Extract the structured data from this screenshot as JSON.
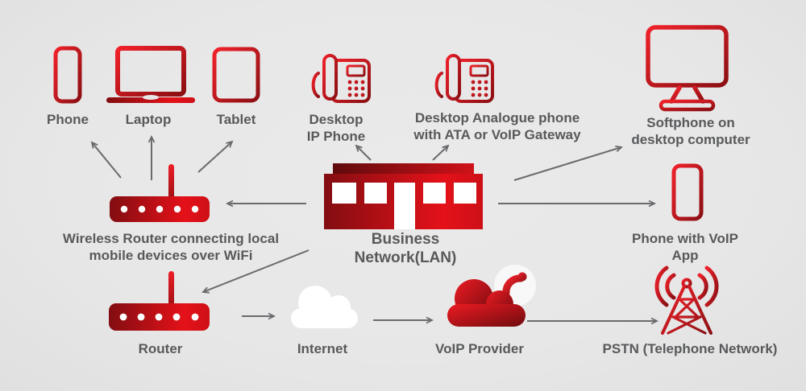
{
  "colors": {
    "background": "#e7e7e7",
    "red_bright": "#ec1c24",
    "red_dark": "#7c0f13",
    "text": "#58595b",
    "arrow": "#6a6b6e",
    "white": "#ffffff"
  },
  "nodes": {
    "phone": {
      "label": "Phone",
      "icon": "smartphone-icon"
    },
    "laptop": {
      "label": "Laptop",
      "icon": "laptop-icon"
    },
    "tablet": {
      "label": "Tablet",
      "icon": "tablet-icon"
    },
    "desktop_ip_phone": {
      "label": "Desktop\nIP Phone",
      "icon": "desk-phone-icon"
    },
    "analogue_phone": {
      "label": "Desktop Analogue phone\nwith ATA or VoIP Gateway",
      "icon": "desk-phone-icon"
    },
    "softphone": {
      "label": "Softphone on\ndesktop computer",
      "icon": "desktop-monitor-icon"
    },
    "wireless_router": {
      "label": "Wireless Router connecting local\nmobile devices over WiFi",
      "icon": "wireless-router-icon"
    },
    "building": {
      "label": "Business Network(LAN)",
      "icon": "office-building-icon"
    },
    "phone_voip": {
      "label": "Phone with VoIP\nApp",
      "icon": "smartphone-icon"
    },
    "router": {
      "label": "Router",
      "icon": "router-icon"
    },
    "internet": {
      "label": "Internet",
      "icon": "cloud-icon"
    },
    "voip_provider": {
      "label": "VoIP Provider",
      "icon": "cloud-phone-icon"
    },
    "pstn": {
      "label": "PSTN (Telephone Network)",
      "icon": "radio-tower-icon"
    }
  },
  "connections": [
    {
      "from": "wireless_router",
      "to": "phone"
    },
    {
      "from": "wireless_router",
      "to": "laptop"
    },
    {
      "from": "wireless_router",
      "to": "tablet"
    },
    {
      "from": "building",
      "to": "wireless_router"
    },
    {
      "from": "building",
      "to": "desktop_ip_phone"
    },
    {
      "from": "building",
      "to": "analogue_phone"
    },
    {
      "from": "building",
      "to": "softphone"
    },
    {
      "from": "building",
      "to": "phone_voip"
    },
    {
      "from": "building",
      "to": "router"
    },
    {
      "from": "router",
      "to": "internet"
    },
    {
      "from": "internet",
      "to": "voip_provider"
    },
    {
      "from": "voip_provider",
      "to": "pstn"
    }
  ]
}
